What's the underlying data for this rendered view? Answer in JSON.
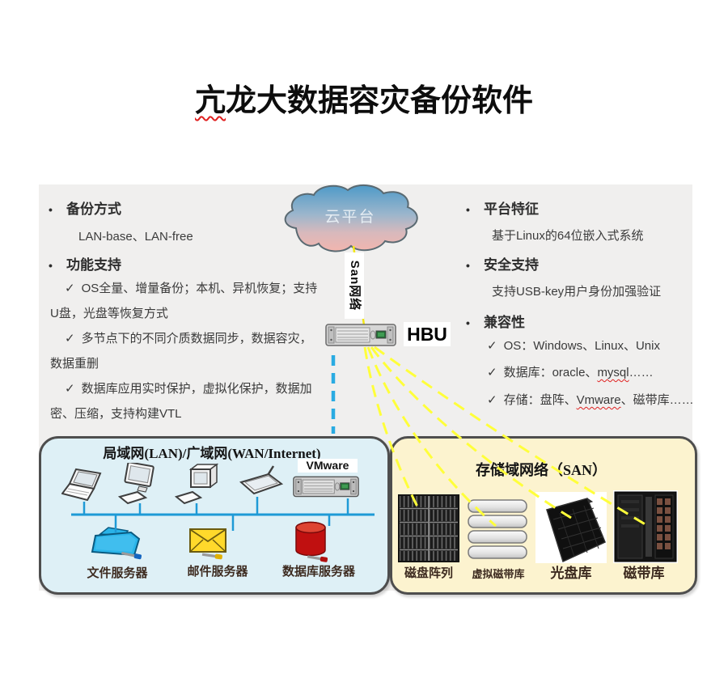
{
  "title": {
    "underlined_char": "亢",
    "rest": "龙大数据容灾备份软件"
  },
  "glyphs": {
    "bullet": "•",
    "check": "✓"
  },
  "left_panel": {
    "backup_heading": "备份方式",
    "backup_sub": "LAN-base、LAN-free",
    "function_heading": "功能支持",
    "items": [
      "OS全量、增量备份；本机、异机恢复；支持U盘，光盘等恢复方式",
      "多节点下的不同介质数据同步，数据容灾，数据重删",
      "数据库应用实时保护，虚拟化保护，数据加密、压缩，支持构建VTL"
    ]
  },
  "right_panel": {
    "platform_heading": "平台特征",
    "platform_sub": "基于Linux的64位嵌入式系统",
    "security_heading": "安全支持",
    "security_sub": "支持USB-key用户身份加强验证",
    "compat_heading": "兼容性",
    "compat_os": "OS：Windows、Linux、Unix",
    "compat_db": {
      "prefix": "数据库：oracle、",
      "underlined": "mysql",
      "suffix": "……"
    },
    "compat_storage": {
      "prefix": "存储：盘阵、",
      "underlined": "Vmware",
      "suffix": "、磁带库……"
    }
  },
  "network": {
    "cloud_label": "云平台",
    "san_link_label": "San网络",
    "hbu_label": "HBU"
  },
  "lan_box": {
    "title": "局域网(LAN)/广域网(WAN/Internet)",
    "vmware_label": "VMware",
    "server_labels": [
      "文件服务器",
      "邮件服务器",
      "数据库服务器"
    ]
  },
  "san_box": {
    "title": "存储域网络（SAN）",
    "device_labels": [
      "磁盘阵列",
      "虚拟磁带库",
      "光盘库",
      "磁带库"
    ]
  },
  "colors": {
    "panel_gray": "#f0efee",
    "lan_fill": "#def0f6",
    "san_fill": "#fcf3cf",
    "line_blue": "#29abe2",
    "bus_blue": "#1e9ad6",
    "line_yellow": "#ffff3a",
    "cloud_top": "#4e9ac8",
    "cloud_bottom": "#f2b5ae",
    "folder_blue": "#2ab5ea",
    "mail_yellow": "#ffd92b",
    "db_red": "#c01010"
  }
}
